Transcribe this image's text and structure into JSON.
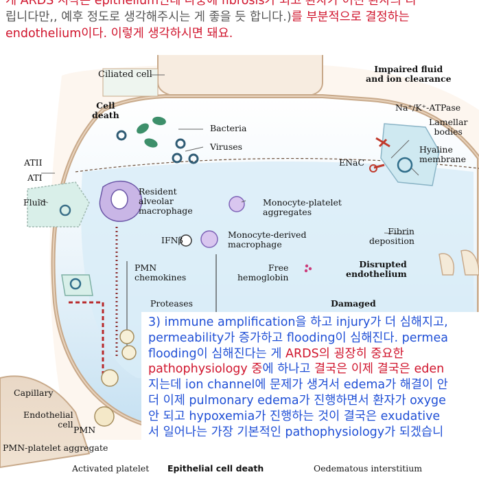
{
  "top_text": {
    "line0": [
      {
        "t": "게 ARDS 시작은 epithelium인데 나중에 fibrosis가 되고 환자가 어떤 환자의 리",
        "c": "red"
      }
    ],
    "line1": [
      {
        "t": "게 ARDS 시작은 epithelium인데 나중에 fibrosis가 되고 환자가 어떤 환자의 리",
        "c": "red"
      }
    ],
    "line2": [
      {
        "t": "립니다만,, 예후 정도로 생각해주시는 게 좋을 듯 합니다.)",
        "c": "gray"
      },
      {
        "t": "를 부분적으로 결정하는",
        "c": "red"
      }
    ],
    "line3": [
      {
        "t": "endothelium이다.",
        "c": "red"
      },
      {
        "t": " 이렇게 생각하시면 돼요.",
        "c": "red"
      }
    ]
  },
  "figure": {
    "labels": {
      "ciliated_cell": "Ciliated cell",
      "cell_death": "Cell\ndeath",
      "bacteria": "Bacteria",
      "viruses": "Viruses",
      "atii": "ATII",
      "ati": "ATI",
      "fluid": "Fluid",
      "resident_macrophage": "Resident\nalveolar\nmacrophage",
      "monocyte_platelet": "Monocyte-platelet\naggregates",
      "ifnb": "IFNβ",
      "monocyte_derived": "Monocyte-derived\nmacrophage",
      "pmn_chemokines": "PMN\nchemokines",
      "free_hemoglobin": "Free\nhemoglobin",
      "proteases": "Proteases",
      "damaged": "Damaged",
      "impaired_fluid": "Impaired fluid\nand ion clearance",
      "na_k_atpase": "Na⁺/K⁺-ATPase",
      "lamellar_bodies": "Lamellar\nbodies",
      "hyaline_membrane": "Hyaline\nmembrane",
      "enac": "ENaC",
      "fibrin_deposition": "Fibrin\ndeposition",
      "disrupted_endothelium": "Disrupted\nendothelium",
      "capillary": "Capillary",
      "endothelial_cell": "Endothelial\ncell",
      "pmn": "PMN",
      "pmn_platelet_aggregate": "PMN-platelet aggregate",
      "activated_platelet": "Activated platelet",
      "epithelial_cell_death": "Epithelial cell death",
      "oedematous_interstitium": "Oedematous interstitium"
    }
  },
  "overlay": {
    "lines": [
      [
        {
          "t": "3) immune amplification을 하고 injury가 더 심해지고,",
          "c": "blue"
        }
      ],
      [
        {
          "t": "permeability가 증가하고 flooding이 심해진다. permea",
          "c": "blue"
        }
      ],
      [
        {
          "t": "flooding이 심해진다는 게 ",
          "c": "blue"
        },
        {
          "t": "ARDS의 굉장히 중요한",
          "c": "red"
        }
      ],
      [
        {
          "t": "pathophysiology 중",
          "c": "red"
        },
        {
          "t": "에 하나고 ",
          "c": "blue"
        },
        {
          "t": "결국은 이제 결국은 eden",
          "c": "red"
        }
      ],
      [
        {
          "t": "지는데 ion channel에 문제가 생겨서 edema가 해결이 안",
          "c": "blue"
        }
      ],
      [
        {
          "t": "더 이제 pulmonary edema가 진행하면서 환자가 oxyge",
          "c": "blue"
        }
      ],
      [
        {
          "t": "안 되고 hypoxemia가 진행하는 것이 결국은 exudative",
          "c": "blue"
        }
      ],
      [
        {
          "t": "서 일어나는 가장 기본적인 pathophysiology가 되겠습니",
          "c": "blue"
        }
      ]
    ]
  }
}
